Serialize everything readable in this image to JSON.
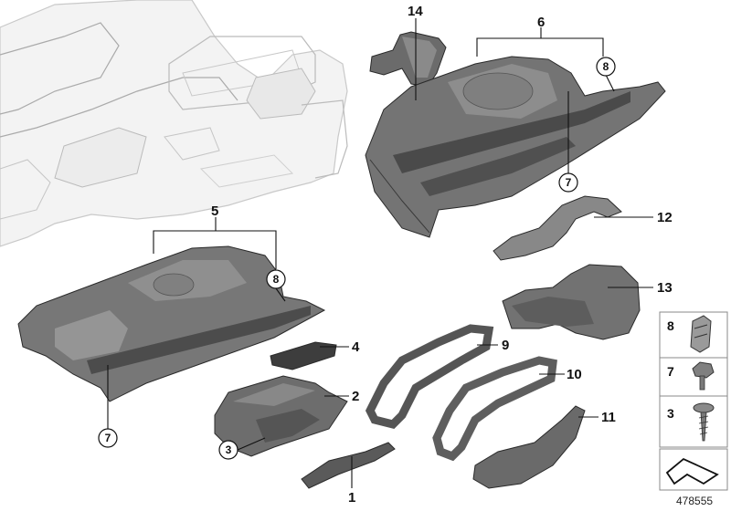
{
  "callouts": {
    "c14": "14",
    "c6": "6",
    "c8a": "8",
    "c7a": "7",
    "c12": "12",
    "c13": "13",
    "c5": "5",
    "c8b": "8",
    "c4": "4",
    "c9": "9",
    "c10": "10",
    "c2": "2",
    "c3": "3",
    "c7b": "7",
    "c11": "11",
    "c1": "1"
  },
  "legend": {
    "item1": "8",
    "item2": "7",
    "item3": "3"
  },
  "diagram_id": "478555",
  "colors": {
    "part_dark": "#5a5a5a",
    "part_mid": "#7a7a7a",
    "part_light": "#9a9a9a",
    "dash_outline": "#d0d0d0"
  }
}
